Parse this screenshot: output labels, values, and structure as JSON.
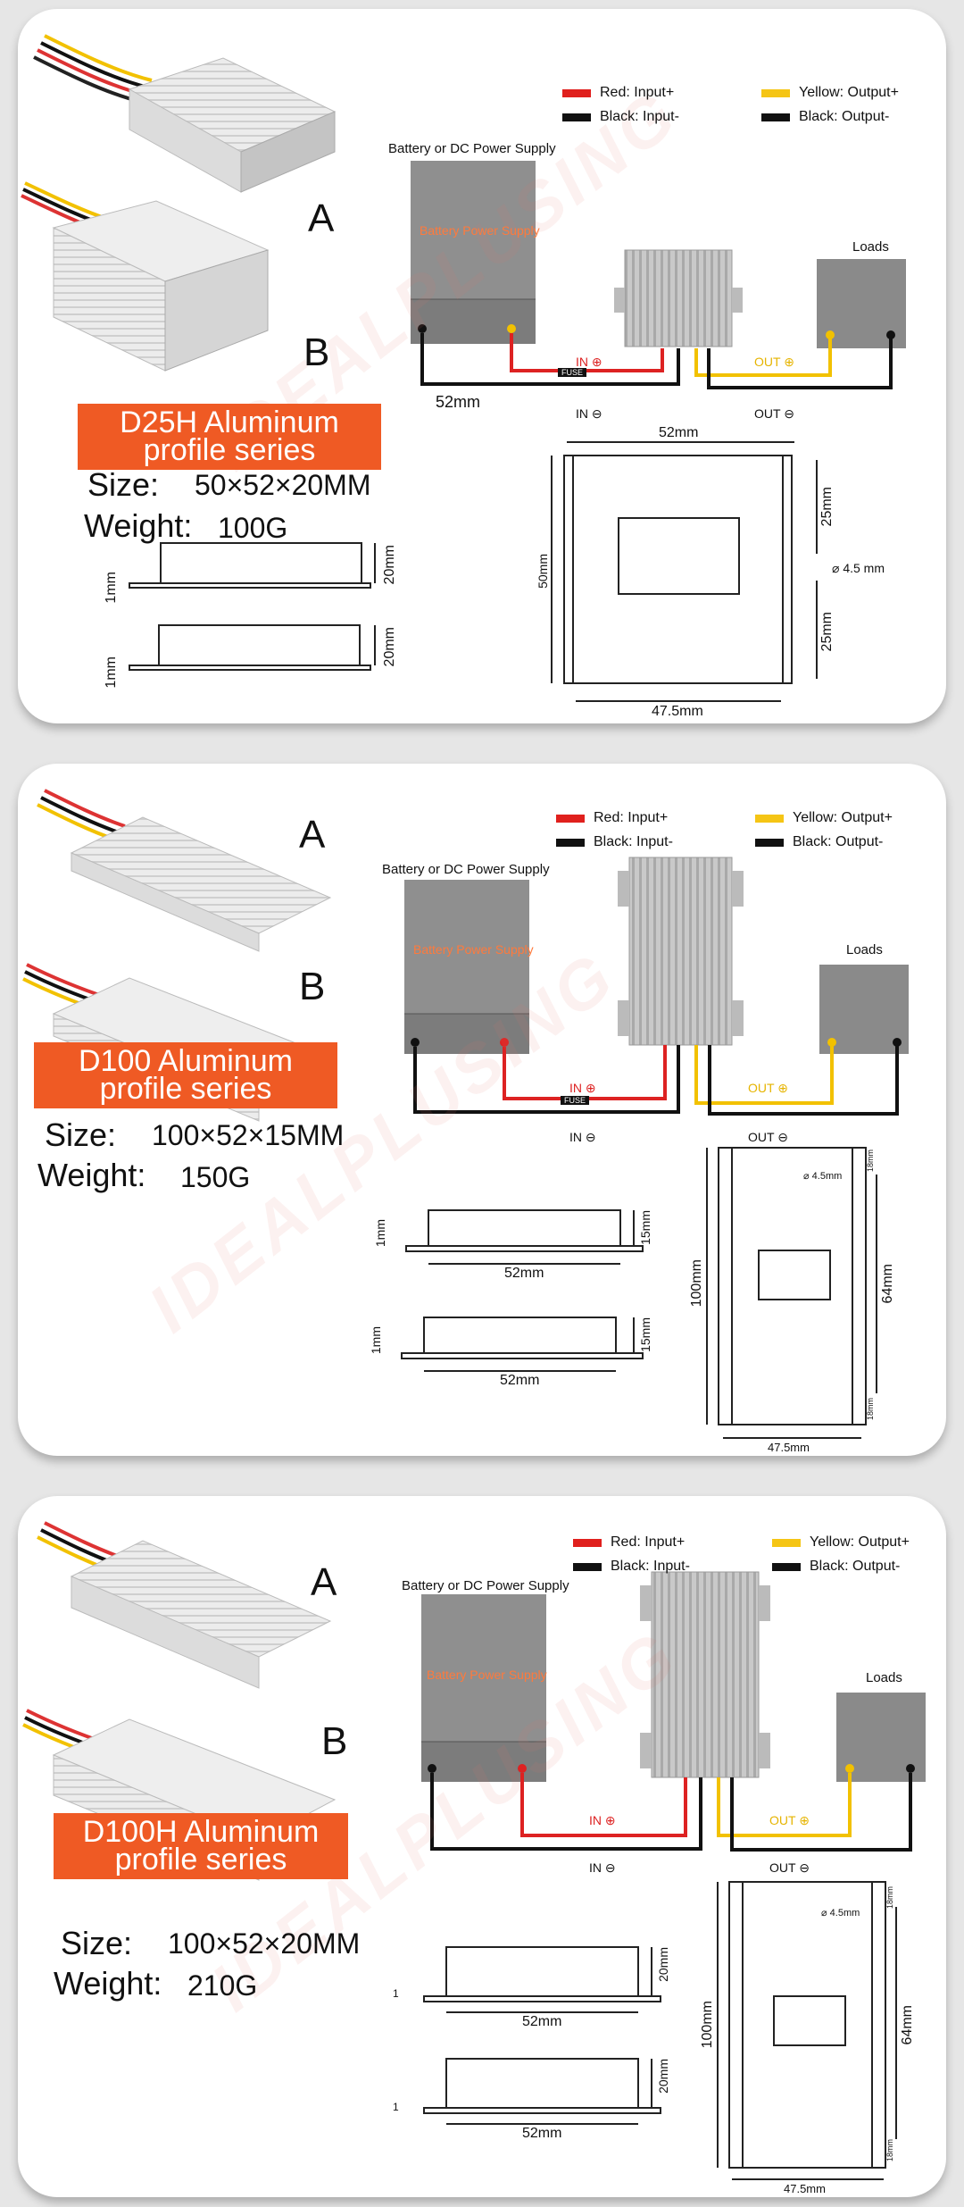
{
  "legend": {
    "red": "Red: Input+",
    "black_in": "Black: Input-",
    "yellow": "Yellow: Output+",
    "black_out": "Black: Output-"
  },
  "colors": {
    "red": "#e0201d",
    "yellow": "#f5c515",
    "black": "#111111",
    "banner": "#ef5a24"
  },
  "wiring": {
    "supply_label": "Battery or DC Power Supply",
    "supply_box": "Battery Power Supply",
    "loads": "Loads",
    "in_plus": "IN ⊕",
    "in_minus": "IN ⊖",
    "out_plus": "OUT ⊕",
    "out_minus": "OUT ⊖",
    "fuse": "FUSE"
  },
  "variant_a": "A",
  "variant_b": "B",
  "watermark": "IDEALPLUSING",
  "sections": [
    {
      "model": "D25H Aluminum",
      "series": "profile series",
      "size_label": "Size:",
      "size": "50×52×20MM",
      "weight_label": "Weight:",
      "weight": "100G",
      "wire_len": "52mm",
      "dims": {
        "top": "52mm",
        "side": "50mm",
        "bottom": "47.5mm",
        "upper": "25mm",
        "lower": "25mm",
        "hole": "⌀ 4.5 mm",
        "side_h": "20mm",
        "thick": "1mm"
      }
    },
    {
      "model": "D100 Aluminum",
      "series": "profile series",
      "size_label": "Size:",
      "size": "100×52×15MM",
      "weight_label": "Weight:",
      "weight": "150G",
      "dims": {
        "hole": "⌀ 4.5mm",
        "side": "100mm",
        "right": "64mm",
        "bottom": "47.5mm",
        "side_w": "52mm",
        "side_h": "15mm",
        "thick": "1mm",
        "small": "18mm"
      }
    },
    {
      "model": "D100H Aluminum",
      "series": "profile series",
      "size_label": "Size:",
      "size": "100×52×20MM",
      "weight_label": "Weight:",
      "weight": "210G",
      "dims": {
        "hole": "⌀ 4.5mm",
        "side": "100mm",
        "right": "64mm",
        "bottom": "47.5mm",
        "side_w": "52mm",
        "side_h": "20mm",
        "thick": "1",
        "small": "18mm"
      }
    }
  ]
}
